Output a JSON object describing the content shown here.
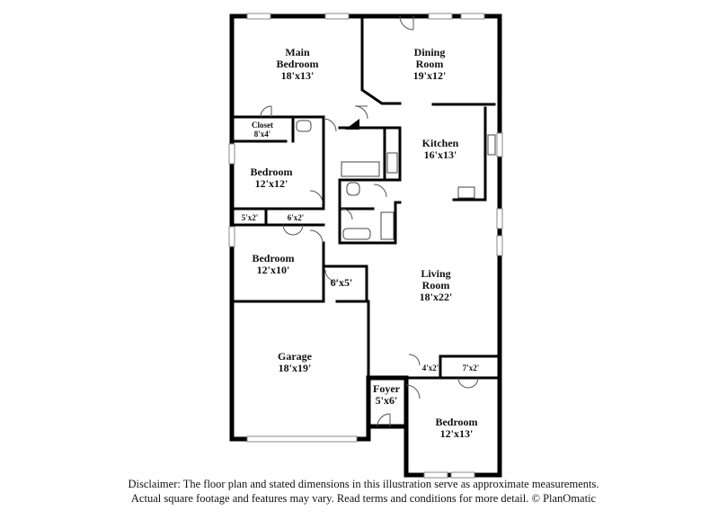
{
  "rooms": [
    {
      "key": "main_bedroom",
      "lines": [
        "Main",
        "Bedroom",
        "18'x13'"
      ]
    },
    {
      "key": "dining_room",
      "lines": [
        "Dining",
        "Room",
        "19'x12'"
      ]
    },
    {
      "key": "closet",
      "lines": [
        "Closet",
        "8'x4'"
      ]
    },
    {
      "key": "kitchen",
      "lines": [
        "Kitchen",
        "16'x13'"
      ]
    },
    {
      "key": "bedroom_12x12",
      "lines": [
        "Bedroom",
        "12'x12'"
      ]
    },
    {
      "key": "closet_5x2",
      "lines": [
        "5'x2'"
      ]
    },
    {
      "key": "closet_6x2",
      "lines": [
        "6'x2'"
      ]
    },
    {
      "key": "bedroom_12x10",
      "lines": [
        "Bedroom",
        "12'x10'"
      ]
    },
    {
      "key": "closet_6x5",
      "lines": [
        "6'x5'"
      ]
    },
    {
      "key": "living_room",
      "lines": [
        "Living",
        "Room",
        "18'x22'"
      ]
    },
    {
      "key": "garage",
      "lines": [
        "Garage",
        "18'x19'"
      ]
    },
    {
      "key": "closet_4x2",
      "lines": [
        "4'x2'"
      ]
    },
    {
      "key": "closet_7x2",
      "lines": [
        "7'x2'"
      ]
    },
    {
      "key": "foyer",
      "lines": [
        "Foyer",
        "5'x6'"
      ]
    },
    {
      "key": "bedroom_12x13",
      "lines": [
        "Bedroom",
        "12'x13'"
      ]
    }
  ],
  "disclaimer": {
    "line1": "Disclaimer: The floor plan and stated dimensions in this illustration serve as approximate measurements.",
    "line2": "Actual square footage and features may vary. Read terms and conditions for more detail. © PlanOmatic"
  }
}
